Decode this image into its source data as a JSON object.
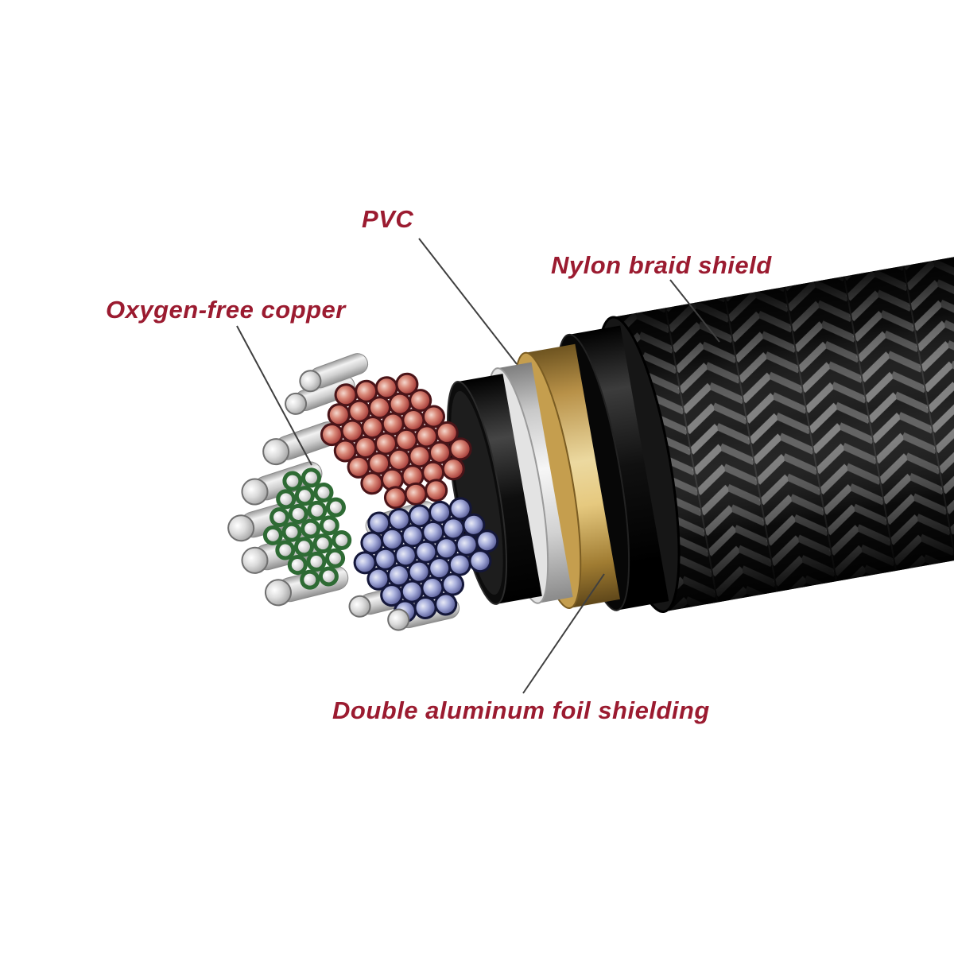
{
  "figure": {
    "type": "cable-cutaway-diagram",
    "description": "Cross-section cutaway illustration of a braided audio/data cable",
    "labels": {
      "pvc": {
        "text": "PVC",
        "target": "inner white PVC layer"
      },
      "nylon": {
        "text": "Nylon braid shield",
        "target": "outer woven braid sleeve"
      },
      "copper": {
        "text": "Oxygen-free copper",
        "target": "wire strand bundles"
      },
      "foil": {
        "text": "Double aluminum foil shielding",
        "target": "gold and silver foil layers"
      }
    },
    "colors": {
      "background": "#ffffff",
      "label_text": "#9b1b30",
      "leader_line": "#3f3f3f",
      "braid_dark": "#101010",
      "braid_mid": "#585858",
      "braid_light": "#7a7a7a",
      "jacket_black": "#0a0a0a",
      "foil_gold": "#d9b96a",
      "foil_silver": "#e8e8e8",
      "inner_jacket": "#0e0e0e",
      "strand_red": "#b04a44",
      "strand_blue": "#6a6fa8",
      "strand_green_ring": "#2e6b34",
      "strand_silver": "#dcdcdc"
    }
  }
}
